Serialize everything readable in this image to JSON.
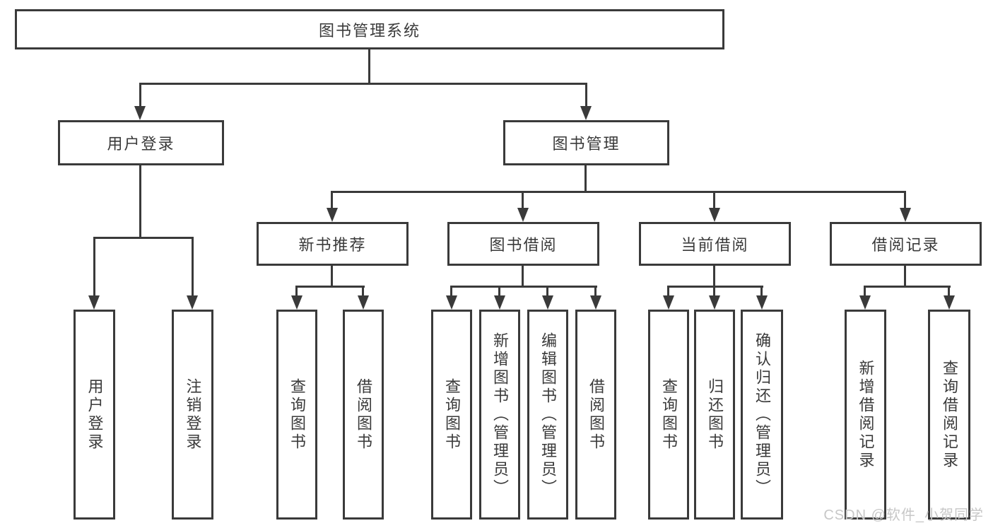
{
  "diagram": {
    "root": {
      "label": "图书管理系统"
    },
    "level2": [
      {
        "label": "用户登录",
        "parent": "图书管理系统"
      },
      {
        "label": "图书管理",
        "parent": "图书管理系统"
      }
    ],
    "level3": [
      {
        "label": "新书推荐",
        "parent": "图书管理"
      },
      {
        "label": "图书借阅",
        "parent": "图书管理"
      },
      {
        "label": "当前借阅",
        "parent": "图书管理"
      },
      {
        "label": "借阅记录",
        "parent": "图书管理"
      }
    ],
    "level4": [
      {
        "label": "用户登录",
        "parent": "用户登录"
      },
      {
        "label": "注销登录",
        "parent": "用户登录"
      },
      {
        "label": "查询图书",
        "parent": "新书推荐"
      },
      {
        "label": "借阅图书",
        "parent": "新书推荐"
      },
      {
        "label": "查询图书",
        "parent": "图书借阅"
      },
      {
        "label": "新增图书（管理员）",
        "parent": "图书借阅"
      },
      {
        "label": "编辑图书（管理员）",
        "parent": "图书借阅"
      },
      {
        "label": "借阅图书",
        "parent": "图书借阅"
      },
      {
        "label": "查询图书",
        "parent": "当前借阅"
      },
      {
        "label": "归还图书",
        "parent": "当前借阅"
      },
      {
        "label": "确认归还（管理员）",
        "parent": "当前借阅"
      },
      {
        "label": "新增借阅记录",
        "parent": "借阅记录"
      },
      {
        "label": "查询借阅记录",
        "parent": "借阅记录"
      }
    ],
    "colors": {
      "line": "#3a3a3a",
      "text": "#3a3a3a",
      "background": "#ffffff"
    }
  },
  "watermark": {
    "text": "CSDN @软件_小贺同学",
    "color": "#c7c7c7"
  }
}
